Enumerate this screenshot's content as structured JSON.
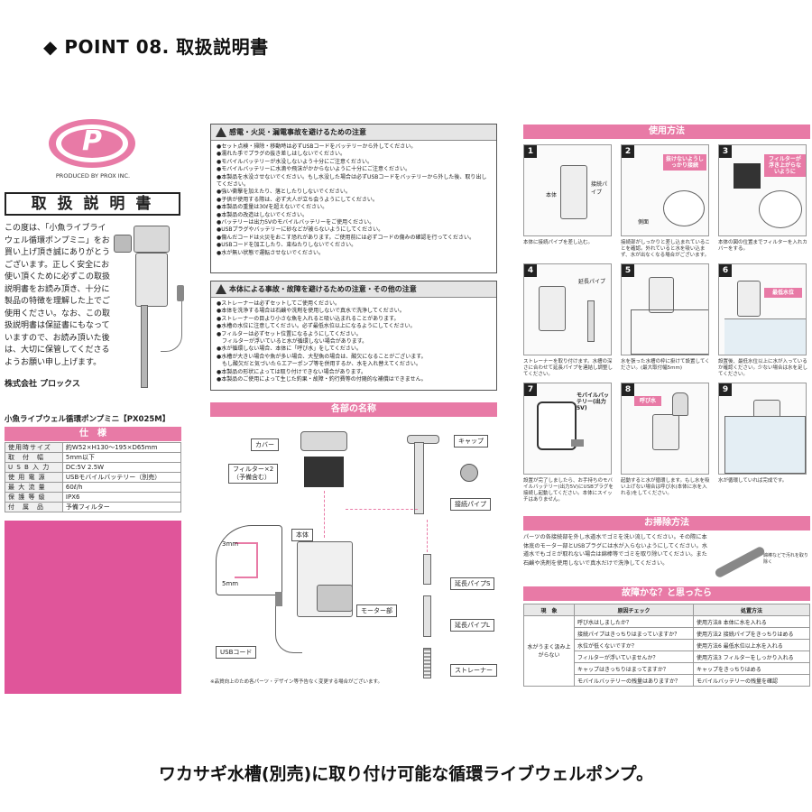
{
  "page": {
    "heading": "◆ POINT 08. 取扱説明書",
    "footer": "ワカサギ水槽(別売)に取り付け可能な循環ライブウェルポンプ。"
  },
  "manual": {
    "logo_caption": "PRODUCED BY PROX INC.",
    "logo_letter": "P",
    "title": "取 扱 説 明 書",
    "intro": "この度は、「小魚ライブライウェル循環ポンプミニ」をお買い上げ頂き誠にありがとうございます。正しく安全にお使い頂くために必ずこの取扱説明書をお読み頂き、十分に製品の特徴を理解した上でご使用ください。なお、この取扱説明書は保証書にもなっていますので、お読み頂いた後は、大切に保管してくださるようお願い申し上げます。",
    "company": "株式会社 プロックス",
    "product_name": "小魚ライブウェル循環ポンプミニ【PX025M】",
    "spec_header": "仕　様",
    "specs": [
      {
        "k": "使用時サイズ",
        "v": "約W52×H130～195×D65mm"
      },
      {
        "k": "取　付　幅",
        "v": "5mm以下"
      },
      {
        "k": "U S B 入 力",
        "v": "DC:5V 2.5W"
      },
      {
        "k": "使 用 電 源",
        "v": "USBモバイルバッテリー（別売）"
      },
      {
        "k": "最 大 流 量",
        "v": "60ℓ/h"
      },
      {
        "k": "保 護 等 級",
        "v": "IPX6"
      },
      {
        "k": "付　属　品",
        "v": "予備フィルター"
      }
    ]
  },
  "warnings": {
    "box1_title": "感電・火災・漏電事故を避けるための注意",
    "box1_items": [
      "●セット点検・掃除・移動時は必ずUSBコードをバッテリーから外してください。",
      "●濡れた手でプラグの抜き差しはしないでください。",
      "●モバイルバッテリーが水没しないよう十分にご注意ください。",
      "●モバイルバッテリーに水滴や飛沫がかからないように十分にご注意ください。",
      "●本製品を水没させないでください。もし水没した場合は必ずUSBコードをバッテリーから外した後、取り出してください。",
      "●強い衝撃を加えたり、落としたりしないでください。",
      "●子供が使用する際は、必ず大人が立ち会うようにしてください。",
      "●本製品の重量は30ℓを超えないでください。",
      "●本製品の改造はしないでください。",
      "●バッテリーは出力5Vのモバイルバッテリーをご使用ください。",
      "●USBプラグやバッテリーに砂などが被らないようにしてください。",
      "●傷んだコードは火災をおこす恐れがあります。ご使用前には必ずコードの傷みの確認を行ってください。",
      "●USBコードを加工したり、束ねたりしないでください。",
      "●水が無い状態で運転させないでください。"
    ],
    "box2_title": "本体による事故・故障を避けるための注意・その他の注意",
    "box2_items": [
      "●ストレーナーは必ずセットしてご使用ください。",
      "●本体を洗浄する場合は石鹸や洗剤を使用しないで真水で洗浄してください。",
      "●ストレーナーの目より小さな魚を入れると吸い込まれることがあります。",
      "●水槽の水位に注意してください。必ず最低水位以上になるようにしてください。",
      "●フィルターは必ずセット位置になるようにしてください。",
      "　フィルターが浮いていると水が循環しない場合があります。",
      "●水が循環しない場合、本体に「呼び水」をしてください。",
      "●水槽が大きい場合や魚が多い場合、大型魚の場合は、酸欠になることがございます。",
      "　もし酸欠だと気づいたらエアーポンプ等を併用するか、水を入れ替えてください。",
      "●本製品の形状によっては取り付けできない場合があります。",
      "●本製品のご使用によって生じた釣果・故障・釣行費等の付随的な補償はできません。"
    ]
  },
  "parts": {
    "section_title": "各部の名称",
    "labels": {
      "cover": "カバー",
      "cap": "キャップ",
      "filter": "フィルター×2",
      "filter_sub": "（予備含む）",
      "body": "本体",
      "connect_pipe": "接続パイプ",
      "ext_s": "延長パイプS",
      "ext_l": "延長パイプL",
      "strainer": "ストレーナー",
      "motor": "モーター部",
      "usb": "USBコード",
      "dim_3mm": "3mm",
      "dim_5mm": "5mm"
    },
    "note": "※品質向上のため各パーツ・デザイン等予告なく変更する場合がございます。"
  },
  "usage": {
    "section_title": "使用方法",
    "steps": [
      {
        "n": "1",
        "cap": "本体に接続パイプを差し込む。",
        "tag1": "本体",
        "tag2": "接続パイプ"
      },
      {
        "n": "2",
        "cap": "接続部がしっかりと差し込まれていることを確認。外れていると水を吸い込まず、水が出なくなる場合がございます。",
        "call": "抜けないようしっかり接続",
        "tag1": "側面"
      },
      {
        "n": "3",
        "cap": "本体の図の位置までフィルターを入れカバーをする。",
        "call": "フィルターが浮き上がらないように"
      },
      {
        "n": "4",
        "cap": "ストレーナーを取り付けます。水槽の深さに合わせて延長パイプを連結し調整してください。",
        "tag1": "延長パイプ"
      },
      {
        "n": "5",
        "cap": "水を張った水槽の枠に掛けて設置してください。(最大取付幅5mm)"
      },
      {
        "n": "6",
        "cap": "設置後、最低水位以上に水が入っているか確認ください。少ない場合は水を足してください。",
        "call": "最低水位"
      },
      {
        "n": "7",
        "cap": "設置が完了しましたら、お手持ちのモバイルバッテリー(出力5V)にUSBプラグを接続し起動してください。本体にスイッチはありません。",
        "tag1": "モバイルバッテリー(出力5V)"
      },
      {
        "n": "8",
        "cap": "起動すると水が循環します。もし水を吸い上げない場合は呼び水(本体に水を入れる)をしてください。",
        "call": "呼び水"
      },
      {
        "n": "9",
        "cap": "水が循環していれば完成です。"
      }
    ]
  },
  "cleaning": {
    "section_title": "お掃除方法",
    "text": "パーツの各接続部を外し水道水でゴミを洗い流してください。その際に本体底のモーター部とUSBプラグには水が入らないようにしてください。水道水でもゴミが取れない場合は綿棒等でゴミを取り除いてください。また石鹸や洗剤を使用しないで真水だけで洗浄してください。",
    "tool_caption": "綿棒などで汚れを取り除く"
  },
  "troubleshoot": {
    "section_title": "故障かな？と思ったら",
    "headers": [
      "現　象",
      "原因チェック",
      "処置方法"
    ],
    "phenomenon": "水がうまく汲み上がらない",
    "rows": [
      {
        "cause": "呼び水はしましたか？",
        "fix": "使用方法8 本体に水を入れる"
      },
      {
        "cause": "接続パイプはきっちりはまっていますか？",
        "fix": "使用方法2 接続パイプをきっちりはめる"
      },
      {
        "cause": "水位が低くないですか？",
        "fix": "使用方法6 最低水位以上水を入れる"
      },
      {
        "cause": "フィルターが浮いていませんか？",
        "fix": "使用方法3 フィルターをしっかり入れる"
      },
      {
        "cause": "キャップはきっちりはまってますか？",
        "fix": "キャップをきっちりはめる"
      },
      {
        "cause": "モバイルバッテリーの残量はありますか？",
        "fix": "モバイルバッテリーの残量を確認"
      }
    ]
  }
}
